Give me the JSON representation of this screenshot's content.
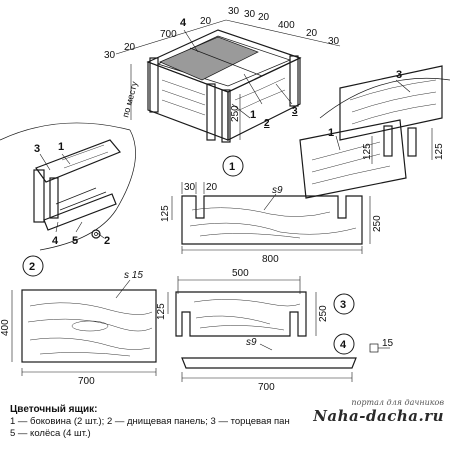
{
  "diagram": {
    "box_view": {
      "dims_top": [
        "30",
        "20",
        "700",
        "20",
        "30",
        "30",
        "20",
        "400",
        "20",
        "30"
      ],
      "dim_side": "по месту",
      "dim_height": "250",
      "callouts": [
        "4",
        "1",
        "2",
        "3"
      ]
    },
    "fastening_view": {
      "callouts": [
        "3",
        "1",
        "4",
        "5",
        "2"
      ]
    },
    "end_panel_view": {
      "callouts": [
        "1",
        "3"
      ],
      "dims": [
        "125",
        "125"
      ]
    },
    "view_1": {
      "number": "1",
      "dims": [
        "30",
        "20",
        "s9",
        "125",
        "250",
        "800"
      ]
    },
    "view_2": {
      "number": "2",
      "dims": [
        "s 15",
        "400",
        "700"
      ]
    },
    "view_3": {
      "number": "3",
      "dims": [
        "500",
        "125",
        "250",
        "s9",
        "700"
      ]
    },
    "view_4": {
      "number": "4",
      "dims": [
        "15"
      ]
    }
  },
  "caption": {
    "title": "Цветочный ящик:",
    "line1": "1 — боковина (2 шт.); 2 — днищевая панель; 3 — торцевая пан",
    "line2": "5 — колёса (4 шт.)"
  },
  "watermark": {
    "tagline": "портал для дачников",
    "site": "Naha-dacha.ru"
  }
}
